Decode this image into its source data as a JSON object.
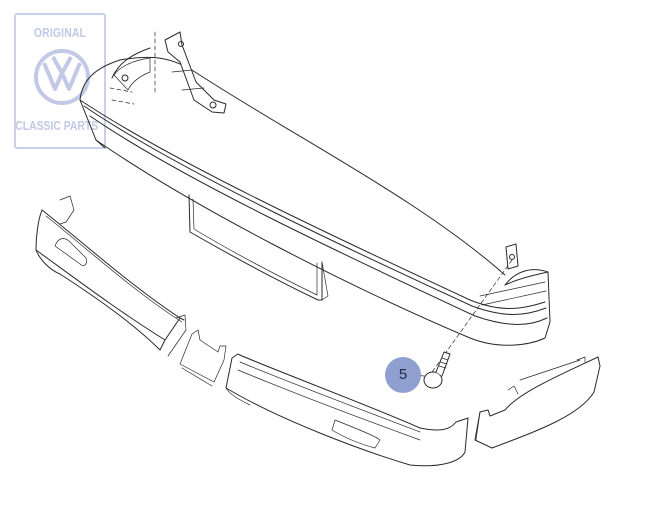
{
  "watermark": {
    "top_text": "ORIGINAL",
    "bottom_text": "CLASSIC PARTS",
    "logo": "vw-logo-icon",
    "color": "#c2c9e6"
  },
  "diagram": {
    "type": "exploded-parts-view",
    "subject": "front bumper assembly",
    "parts": [
      {
        "id": "bumper-cover",
        "label": ""
      },
      {
        "id": "mounting-bracket",
        "label": ""
      },
      {
        "id": "left-trim-strip",
        "label": ""
      },
      {
        "id": "center-bracket",
        "label": ""
      },
      {
        "id": "center-trim-strip",
        "label": ""
      },
      {
        "id": "right-trim-strip",
        "label": ""
      },
      {
        "id": "clip-nut",
        "label": ""
      },
      {
        "id": "bolt",
        "label": "5"
      }
    ],
    "callouts": [
      {
        "number": "5",
        "color": "#8f9fcf",
        "target": "bolt"
      }
    ]
  }
}
